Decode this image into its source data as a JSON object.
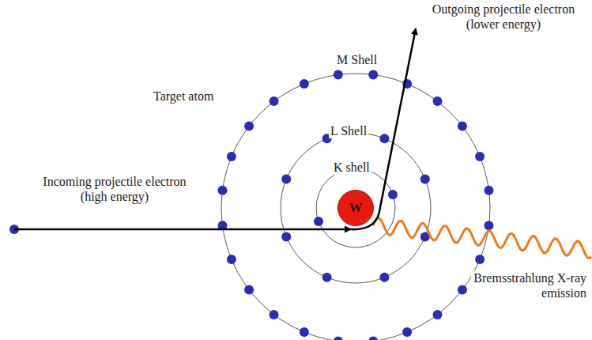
{
  "diagram": {
    "nodes": [
      {
        "text": [
          "W"
        ]
      }
    ],
    "labels": [
      "Outgoing projectile electron (lower energy)",
      "M Shell",
      "Target atom",
      "L Shell",
      "K shell",
      "Incoming projectile electron (high energy)",
      "Bremsstrahlung X-ray emission"
    ]
  }
}
